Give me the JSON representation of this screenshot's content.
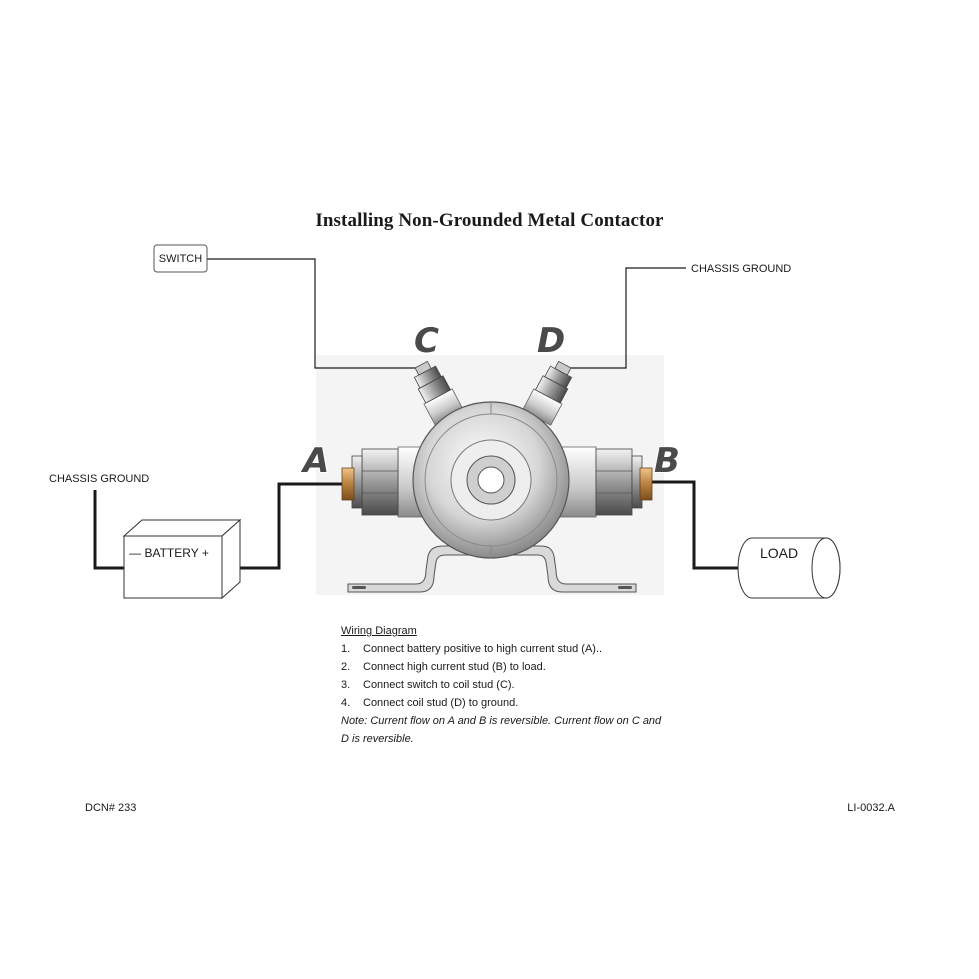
{
  "title": "Installing Non-Grounded Metal Contactor",
  "labels": {
    "switch": "SWITCH",
    "chassis_ground_top": "CHASSIS GROUND",
    "chassis_ground_left": "CHASSIS GROUND",
    "battery": "— BATTERY +",
    "load": "LOAD"
  },
  "studs": {
    "a": "A",
    "b": "B",
    "c": "C",
    "d": "D"
  },
  "instructions": {
    "heading": "Wiring Diagram",
    "steps": [
      {
        "num": "1.",
        "text": "Connect battery positive to high current stud (A).."
      },
      {
        "num": "2.",
        "text": "Connect high current stud (B) to load."
      },
      {
        "num": "3.",
        "text": "Connect switch to coil stud (C)."
      },
      {
        "num": "4.",
        "text": "Connect coil stud (D) to ground."
      }
    ],
    "note": "Note: Current flow on A and B is reversible. Current flow on C and D is reversible."
  },
  "footer": {
    "left": "DCN# 233",
    "right": "LI-0032.A"
  }
}
